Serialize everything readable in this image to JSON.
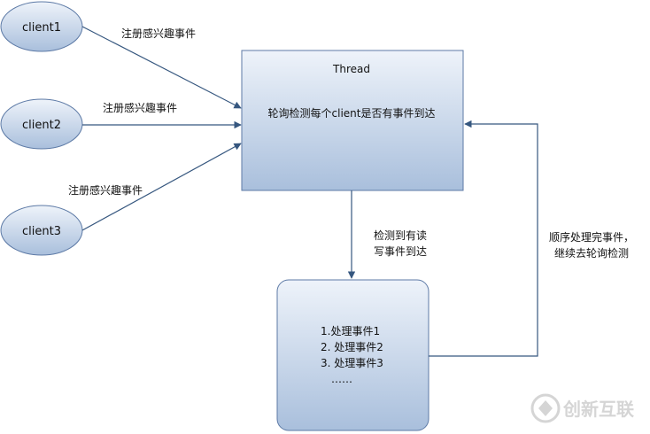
{
  "clients": [
    {
      "label": "client1",
      "edge_label": "注册感兴趣事件"
    },
    {
      "label": "client2",
      "edge_label": "注册感兴趣事件"
    },
    {
      "label": "client3",
      "edge_label": "注册感兴趣事件"
    }
  ],
  "thread": {
    "title": "Thread",
    "description": "轮询检测每个client是否有事件到达"
  },
  "down_edge_label": [
    "检测到有读",
    "写事件到达"
  ],
  "handler": {
    "items": [
      "1.处理事件1",
      "2. 处理事件2",
      "3. 处理事件3",
      "……"
    ]
  },
  "return_edge_label": [
    "顺序处理完事件，",
    "继续去轮询检测"
  ],
  "watermark": "创新互联",
  "colors": {
    "node_top": "#eef3fa",
    "node_bottom": "#a9bfdc",
    "node_stroke": "#5d7aa6",
    "arrow": "#36577f",
    "watermark": "#c8c8c8"
  }
}
